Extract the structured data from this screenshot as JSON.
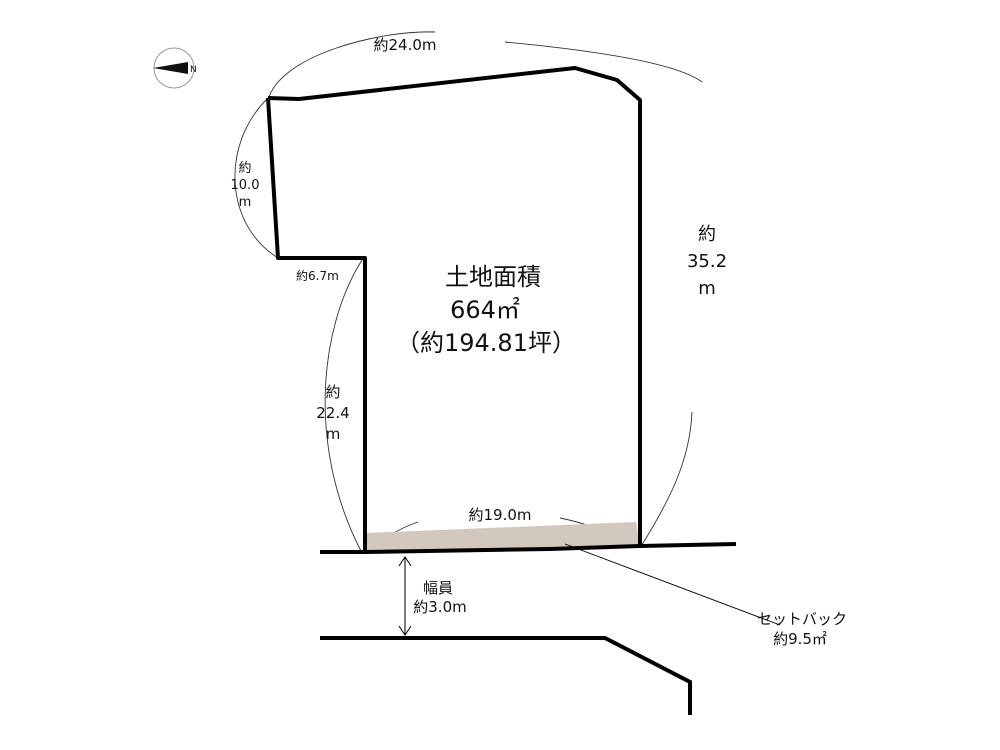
{
  "compass": {
    "icon": "north-arrow-icon",
    "label": "N"
  },
  "lot": {
    "title": "土地面積",
    "area_sqm": "664㎡",
    "area_tsubo": "（約194.81坪）"
  },
  "dimensions": {
    "top": "約24.0m",
    "left_upper": [
      "約",
      "10.0",
      "m"
    ],
    "step": "約6.7m",
    "left_lower": [
      "約",
      "22.4",
      "m"
    ],
    "right": [
      "約",
      "35.2",
      "m"
    ],
    "bottom": "約19.0m"
  },
  "road": {
    "width_label": "幅員",
    "width_value": "約3.0m"
  },
  "setback": {
    "label": "セットバック",
    "value": "約9.5㎡",
    "fill_color": "#d3c8bd"
  }
}
